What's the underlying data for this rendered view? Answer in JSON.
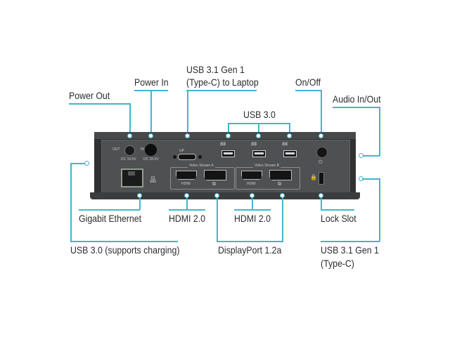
{
  "diagram": {
    "device": "docking-station-rear-panel",
    "accent_color": "#3fb6cf",
    "callouts_top": [
      {
        "id": "power-out",
        "label": "Power Out"
      },
      {
        "id": "power-in",
        "label": "Power In"
      },
      {
        "id": "usb-c-laptop",
        "label_line1": "USB 3.1 Gen 1",
        "label_line2": "(Type-C) to Laptop"
      },
      {
        "id": "usb-30",
        "label": "USB 3.0"
      },
      {
        "id": "on-off",
        "label": "On/Off"
      },
      {
        "id": "audio",
        "label": "Audio In/Out"
      }
    ],
    "callouts_bottom": [
      {
        "id": "ethernet",
        "label": "Gigabit Ethernet"
      },
      {
        "id": "hdmi-a",
        "label": "HDMI 2.0"
      },
      {
        "id": "hdmi-b",
        "label": "HDMI 2.0"
      },
      {
        "id": "lock",
        "label": "Lock Slot"
      },
      {
        "id": "usb-charging",
        "label": "USB 3.0 (supports charging)"
      },
      {
        "id": "displayport",
        "label": "DisplayPort 1.2a"
      },
      {
        "id": "usb-c-side",
        "label_line1": "USB 3.1 Gen 1",
        "label_line2": "(Type-C)"
      }
    ],
    "panel_text": {
      "out": "OUT",
      "in": "IN",
      "dc_out": "DC 19.5V",
      "dc_in": "DC 20.0V",
      "up": "UP",
      "video_a": "Video Stream A",
      "video_b": "Video Stream B",
      "hdmi": "HDMI",
      "ss": "SS",
      "dp_symbol": "⧉",
      "power_symbol": "⏻",
      "lock_symbol": "🔒",
      "net_symbol": "品"
    }
  }
}
